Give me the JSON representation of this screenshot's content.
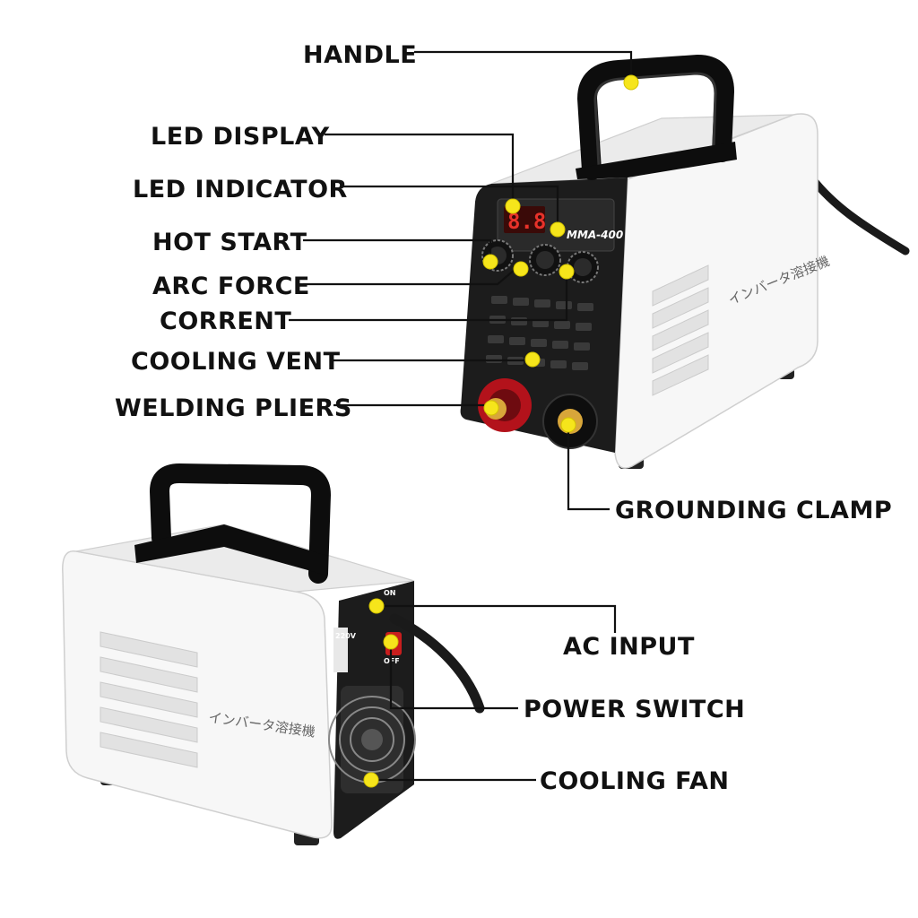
{
  "labels": {
    "handle": "HANDLE",
    "led_display": "LED DISPLAY",
    "led_indicator": "LED INDICATOR",
    "hot_start": "HOT START",
    "arc_force": "ARC FORCE",
    "corrent": "CORRENT",
    "cooling_vent": "COOLING VENT",
    "welding_pliers": "WELDING PLIERS",
    "grounding_clamp": "GROUNDING CLAMP",
    "ac_input": "AC INPUT",
    "power_switch": "POWER SWITCH",
    "cooling_fan": "COOLING FAN"
  },
  "device": {
    "model": "MMA-400",
    "display_digits": "8.8.",
    "side_text": "インバータ溶接機",
    "voltage": "220V",
    "switch_on": "ON",
    "switch_off": "OFF"
  },
  "colors": {
    "marker": "#f6e51b",
    "body": "#f7f7f7",
    "panel": "#1c1c1c",
    "display": "#e8322a",
    "positive_terminal": "#b3121b"
  }
}
